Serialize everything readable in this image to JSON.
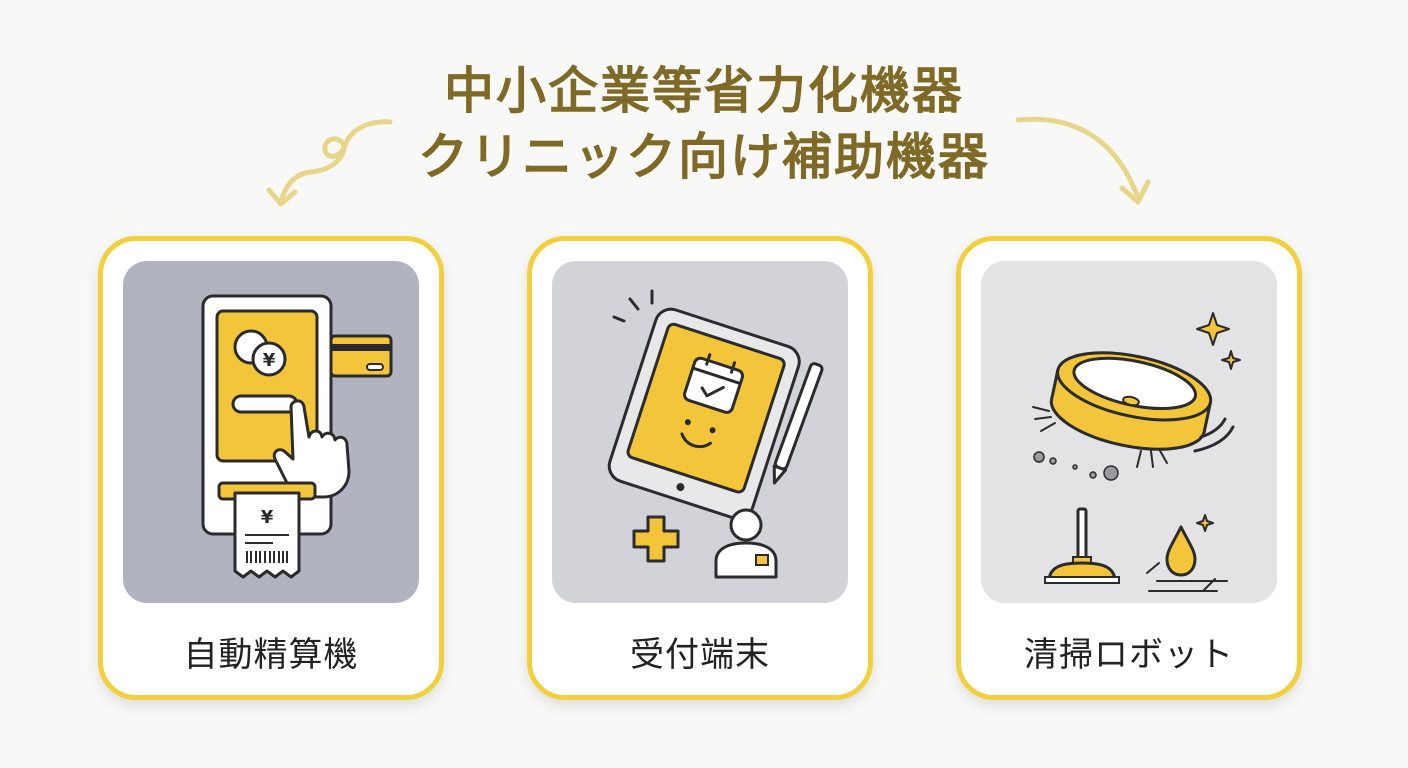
{
  "title": {
    "line1": "中小企業等省力化機器",
    "line2": "クリニック向け補助機器"
  },
  "colors": {
    "accent": "#f2cf3c",
    "title": "#7e6a26",
    "outline": "#2b2b2b"
  },
  "cards": [
    {
      "label": "自動精算機",
      "icon": "payment-kiosk-icon"
    },
    {
      "label": "受付端末",
      "icon": "reception-tablet-icon"
    },
    {
      "label": "清掃ロボット",
      "icon": "robot-vacuum-icon"
    }
  ],
  "kiosk": {
    "currency_symbol": "¥"
  }
}
